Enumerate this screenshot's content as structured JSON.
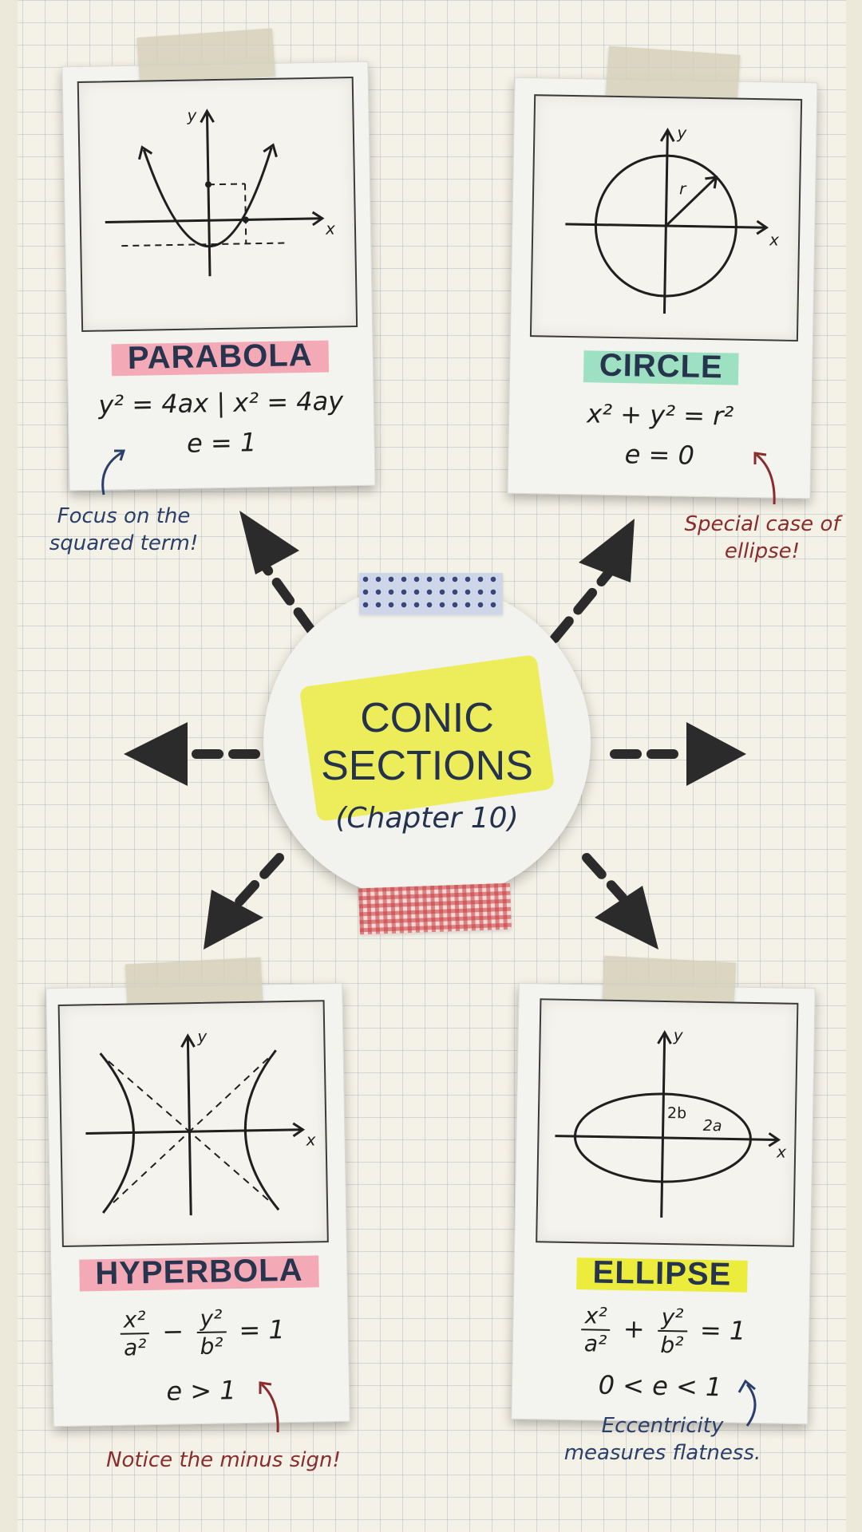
{
  "center": {
    "title_line1": "CONIC",
    "title_line2": "SECTIONS",
    "subtitle": "(Chapter 10)"
  },
  "cards": {
    "parabola": {
      "title": "PARABOLA",
      "formula_a": "y² = 4ax",
      "formula_b": "x² = 4ay",
      "eccentricity": "e = 1",
      "note": "Focus on the squared term!"
    },
    "circle": {
      "title": "CIRCLE",
      "formula": "x² + y² = r²",
      "eccentricity": "e = 0",
      "note": "Special case of ellipse!"
    },
    "hyperbola": {
      "title": "HYPERBOLA",
      "frac1_num": "x²",
      "frac1_den": "a²",
      "frac2_num": "y²",
      "frac2_den": "b²",
      "minus": "−",
      "equals": "= 1",
      "eccentricity": "e > 1",
      "note": "Notice the minus sign!"
    },
    "ellipse": {
      "title": "ELLIPSE",
      "frac1_num": "x²",
      "frac1_den": "a²",
      "frac2_num": "y²",
      "frac2_den": "b²",
      "plus": "+",
      "equals": "= 1",
      "eccentricity": "0 < e < 1",
      "note_line1": "Eccentricity",
      "note_line2": "measures flatness."
    }
  },
  "graph_labels": {
    "x": "x",
    "y": "y",
    "r": "r",
    "two_b": "2b",
    "two_a": "2a"
  },
  "colors": {
    "navy": "#25324d",
    "pink_highlight": "#f4a9b6",
    "mint_highlight": "#9ee0c2",
    "yellow_highlight": "#ecec3c",
    "note_blue": "#2b3f6b",
    "note_red": "#8a2c2c"
  }
}
